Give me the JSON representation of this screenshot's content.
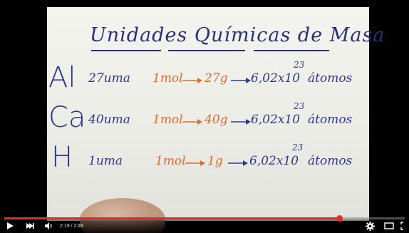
{
  "video": {
    "title": "Unidades Químicas de Masa",
    "rows": [
      {
        "symbol": "Al",
        "mass_uma": "27uma",
        "mol": "1mol",
        "grams": "27g",
        "avogadro": "6,02x10",
        "exp": "23",
        "atoms": "átomos"
      },
      {
        "symbol": "Ca",
        "mass_uma": "40uma",
        "mol": "1mol",
        "grams": "40g",
        "avogadro": "6,02x10",
        "exp": "23",
        "atoms": "átomos"
      },
      {
        "symbol": "H",
        "mass_uma": "1uma",
        "mol": "1mol",
        "grams": "1g",
        "avogadro": "6,02x10",
        "exp": "23",
        "atoms": "átomos"
      }
    ]
  },
  "player": {
    "current_time": "2:19",
    "duration": "2:46",
    "time_display": "2:19 / 2:46",
    "progress_fraction": 0.837,
    "accent_color": "#e52d27",
    "icons": {
      "play": "play-icon",
      "next": "next-icon",
      "volume": "volume-icon",
      "settings": "gear-icon",
      "miniplayer": "miniplayer-icon",
      "fullscreen": "fullscreen-icon"
    }
  }
}
